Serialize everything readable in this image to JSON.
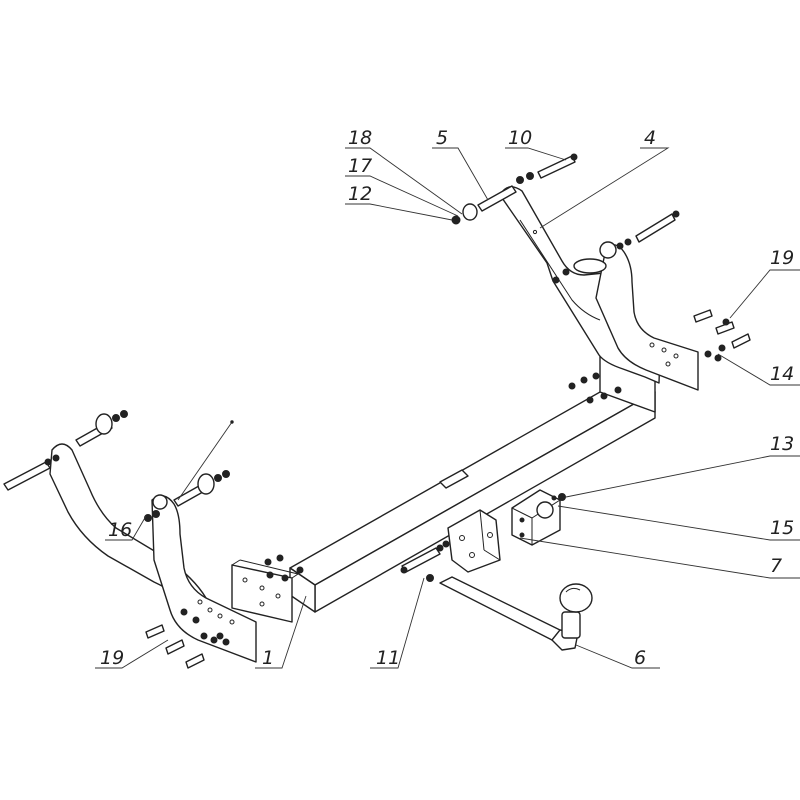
{
  "callouts": [
    {
      "id": "c18",
      "text": "18"
    },
    {
      "id": "c5",
      "text": "5"
    },
    {
      "id": "c10",
      "text": "10"
    },
    {
      "id": "c4",
      "text": "4"
    },
    {
      "id": "c17",
      "text": "17"
    },
    {
      "id": "c12",
      "text": "12"
    },
    {
      "id": "c19a",
      "text": "19"
    },
    {
      "id": "c14",
      "text": "14"
    },
    {
      "id": "c13",
      "text": "13"
    },
    {
      "id": "c15",
      "text": "15"
    },
    {
      "id": "c7",
      "text": "7"
    },
    {
      "id": "c16",
      "text": "16"
    },
    {
      "id": "c19b",
      "text": "19"
    },
    {
      "id": "c1",
      "text": "1"
    },
    {
      "id": "c11",
      "text": "11"
    },
    {
      "id": "c6",
      "text": "6"
    }
  ]
}
